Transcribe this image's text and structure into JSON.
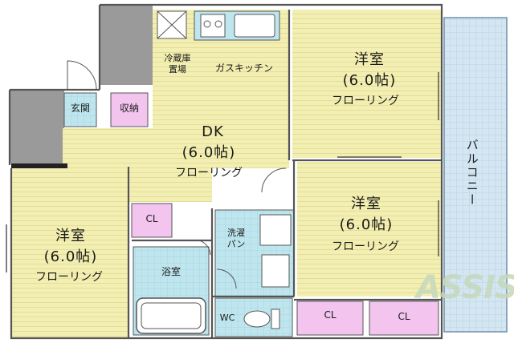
{
  "colors": {
    "flooring": "#f3efb3",
    "wet_area": "#bfe6ee",
    "storage": "#f2c4ee",
    "balcony": "#d3e6f2",
    "grey": "#9a9a9a",
    "wall": "#555555"
  },
  "rooms": {
    "bedroom_top": {
      "name": "洋室",
      "size": "(6.0帖)",
      "floor": "フローリング"
    },
    "bedroom_mid": {
      "name": "洋室",
      "size": "(6.0帖)",
      "floor": "フローリング"
    },
    "bedroom_left": {
      "name": "洋室",
      "size": "(6.0帖)",
      "floor": "フローリング"
    },
    "dk": {
      "name": "DK",
      "size": "(6.0帖)",
      "floor": "フローリング"
    }
  },
  "labels": {
    "fridge": "冷蔵庫\n置場",
    "gas_kitchen": "ガスキッチン",
    "entrance": "玄関",
    "storage": "収納",
    "closet": "CL",
    "laundry": "洗濯\nパン",
    "bathroom": "浴室",
    "wc": "WC",
    "balcony": "バルコニー"
  },
  "watermark": "ASSIST"
}
